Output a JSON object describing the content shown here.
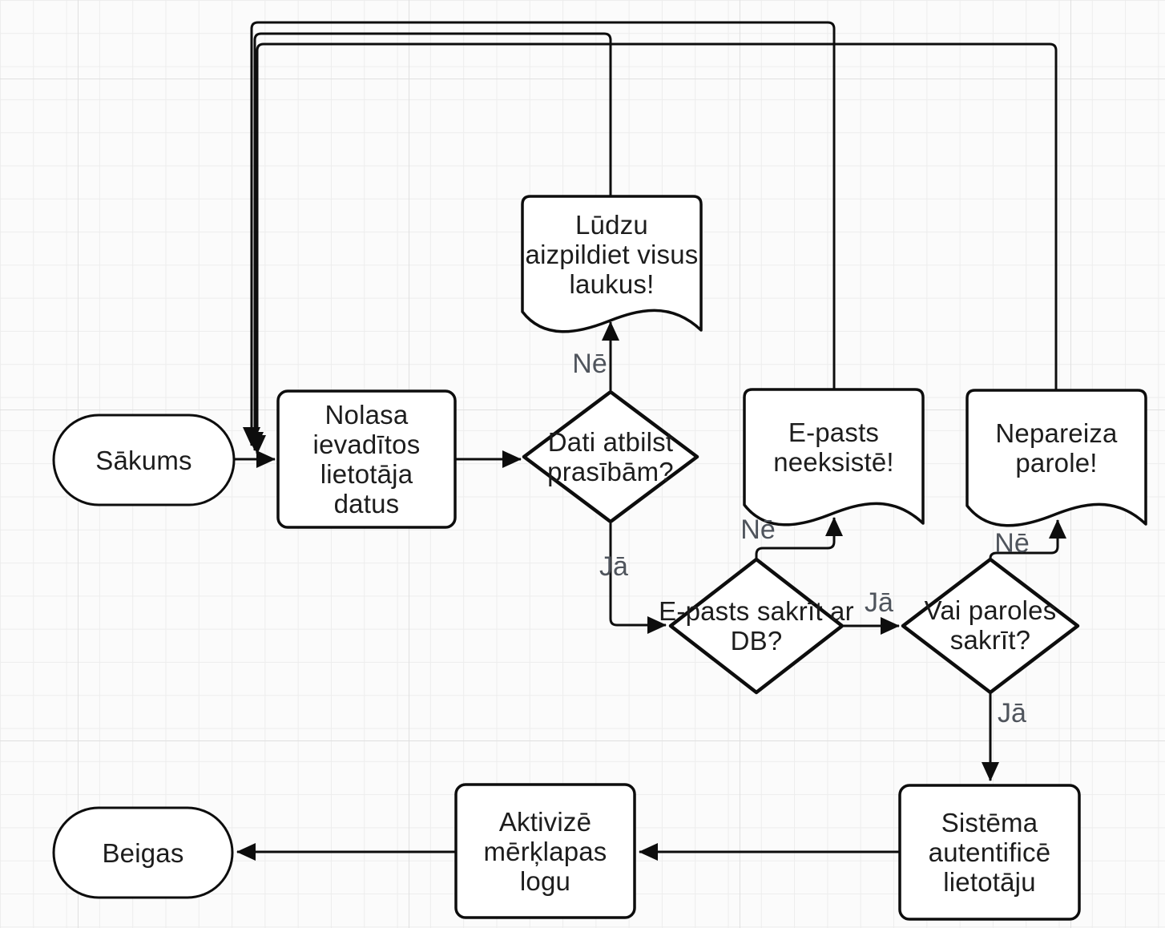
{
  "diagram": {
    "title": "User authentication flowchart (Latvian)",
    "colors": {
      "background": "#fbfbfb",
      "grid_minor": "#ededed",
      "grid_major": "#e0e0e0",
      "shape_fill": "#ffffff",
      "stroke": "#0d0d0d",
      "node_text": "#1d1d1d",
      "edge_label_text": "#4f545c"
    },
    "nodes": {
      "start": "Sākums",
      "read_input": "Nolasa\nievadītos\nlietotāja\ndatus",
      "data_valid": "Dati atbilst\nprasībām?",
      "fill_fields": "Lūdzu\naizpildiet visus\nlaukus!",
      "email_match": "E-pasts sakrīt ar\nDB?",
      "email_missing": "E-pasts\nneeksistē!",
      "password_match": "Vai paroles\nsakrīt?",
      "wrong_password": "Nepareiza\nparole!",
      "authenticate": "Sistēma\nautentificē\nlietotāju",
      "activate_landing": "Aktivizē\nmērķlapas\nlogu",
      "end": "Beigas"
    },
    "edge_labels": {
      "data_valid_no": "Nē",
      "data_valid_yes": "Jā",
      "email_match_no": "Nē",
      "email_match_yes": "Jā",
      "password_match_no": "Nē",
      "password_match_yes": "Jā"
    }
  }
}
